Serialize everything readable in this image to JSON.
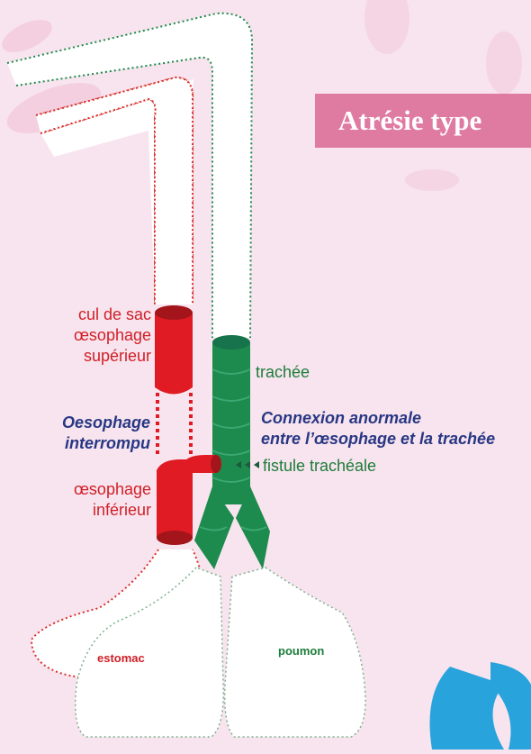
{
  "title": "Atrésie type",
  "labels": {
    "upper_pouch": [
      "cul de sac",
      "œsophage",
      "supérieur"
    ],
    "trachea": "trachée",
    "interrupted": [
      "Oesophage",
      "interrompu"
    ],
    "abnormal_connection": [
      "Connexion anormale",
      "entre l’œsophage et la  trachée"
    ],
    "fistula": "fistule trachéale",
    "lower_esophagus": [
      "œsophage",
      "inférieur"
    ],
    "stomach": "estomac",
    "lung": "poumon"
  },
  "colors": {
    "background": "#f8e4ee",
    "title_box": "#df7aa1",
    "esophagus_red": "#e01b24",
    "trachea_green": "#1d8a4e",
    "label_red": "#d01f27",
    "label_green": "#1c7d3a",
    "label_navy": "#283784"
  }
}
